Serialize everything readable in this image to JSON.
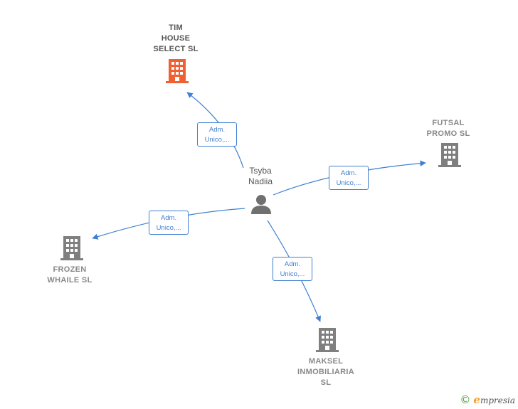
{
  "colors": {
    "edge": "#3f7fd0",
    "building_default": "#7f7f7f",
    "building_highlight": "#f06030",
    "person": "#707070"
  },
  "person": {
    "label": "Tsyba\nNadiia",
    "icon": "person-icon"
  },
  "companies": [
    {
      "id": "tim",
      "label": "TIM\nHOUSE\nSELECT  SL",
      "icon": "building-icon",
      "highlight": true
    },
    {
      "id": "futsal",
      "label": "FUTSAL\nPROMO  SL",
      "icon": "building-icon",
      "highlight": false
    },
    {
      "id": "frozen",
      "label": "FROZEN\nWHAILE  SL",
      "icon": "building-icon",
      "highlight": false
    },
    {
      "id": "maksel",
      "label": "MAKSEL\nINMOBILIARIA\nSL",
      "icon": "building-icon",
      "highlight": false
    }
  ],
  "relations": [
    {
      "to": "tim",
      "line1": "Adm.",
      "line2": "Unico,..."
    },
    {
      "to": "futsal",
      "line1": "Adm.",
      "line2": "Unico,..."
    },
    {
      "to": "frozen",
      "line1": "Adm.",
      "line2": "Unico,..."
    },
    {
      "to": "maksel",
      "line1": "Adm.",
      "line2": "Unico,..."
    }
  ],
  "footer": {
    "copyright_symbol": "©",
    "brand_initial": "e",
    "brand_rest": "mpresia"
  }
}
